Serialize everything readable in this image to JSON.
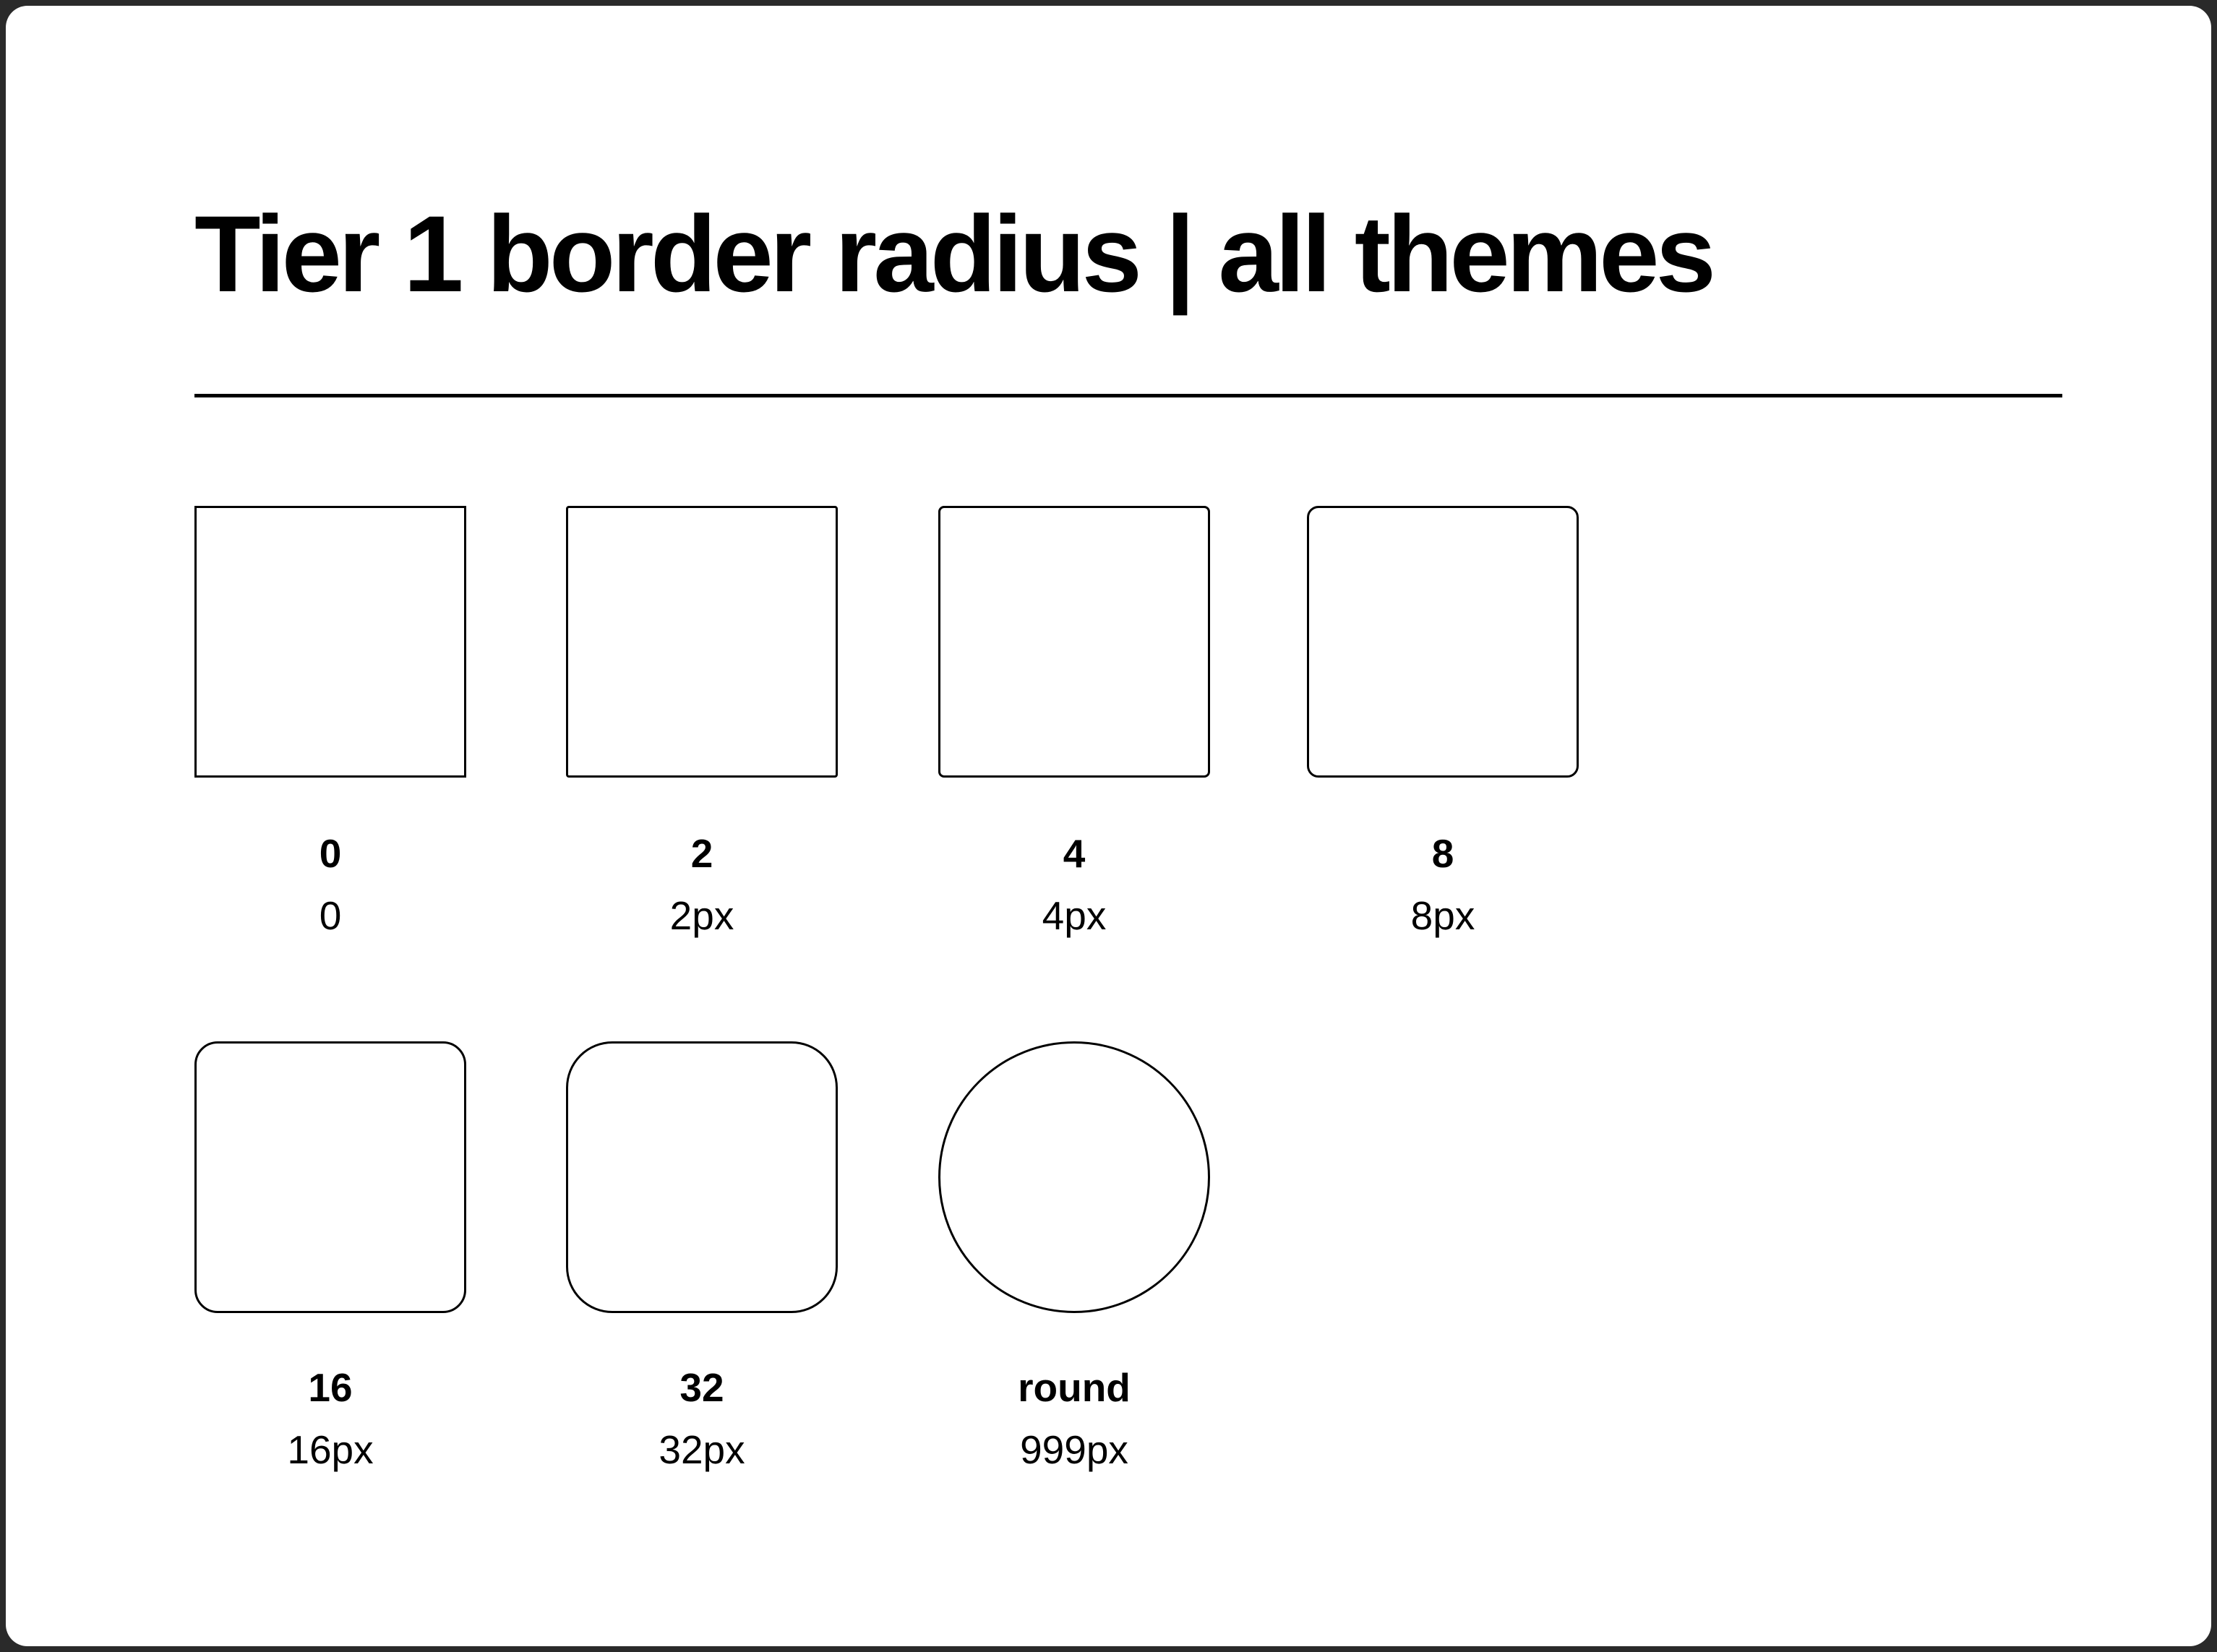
{
  "header": {
    "title": "Tier 1 border radius | all themes"
  },
  "colors": {
    "frame": "#2a2a2a",
    "card_background": "#ffffff",
    "shape_stroke": "#000000",
    "text": "#000000"
  },
  "swatches": [
    {
      "name": "0",
      "value": "0",
      "render_radius": "0px"
    },
    {
      "name": "2",
      "value": "2px",
      "render_radius": "4px"
    },
    {
      "name": "4",
      "value": "4px",
      "render_radius": "8px"
    },
    {
      "name": "8",
      "value": "8px",
      "render_radius": "16px"
    },
    {
      "name": "16",
      "value": "16px",
      "render_radius": "32px"
    },
    {
      "name": "32",
      "value": "32px",
      "render_radius": "64px"
    },
    {
      "name": "round",
      "value": "999px",
      "render_radius": "50%"
    }
  ]
}
